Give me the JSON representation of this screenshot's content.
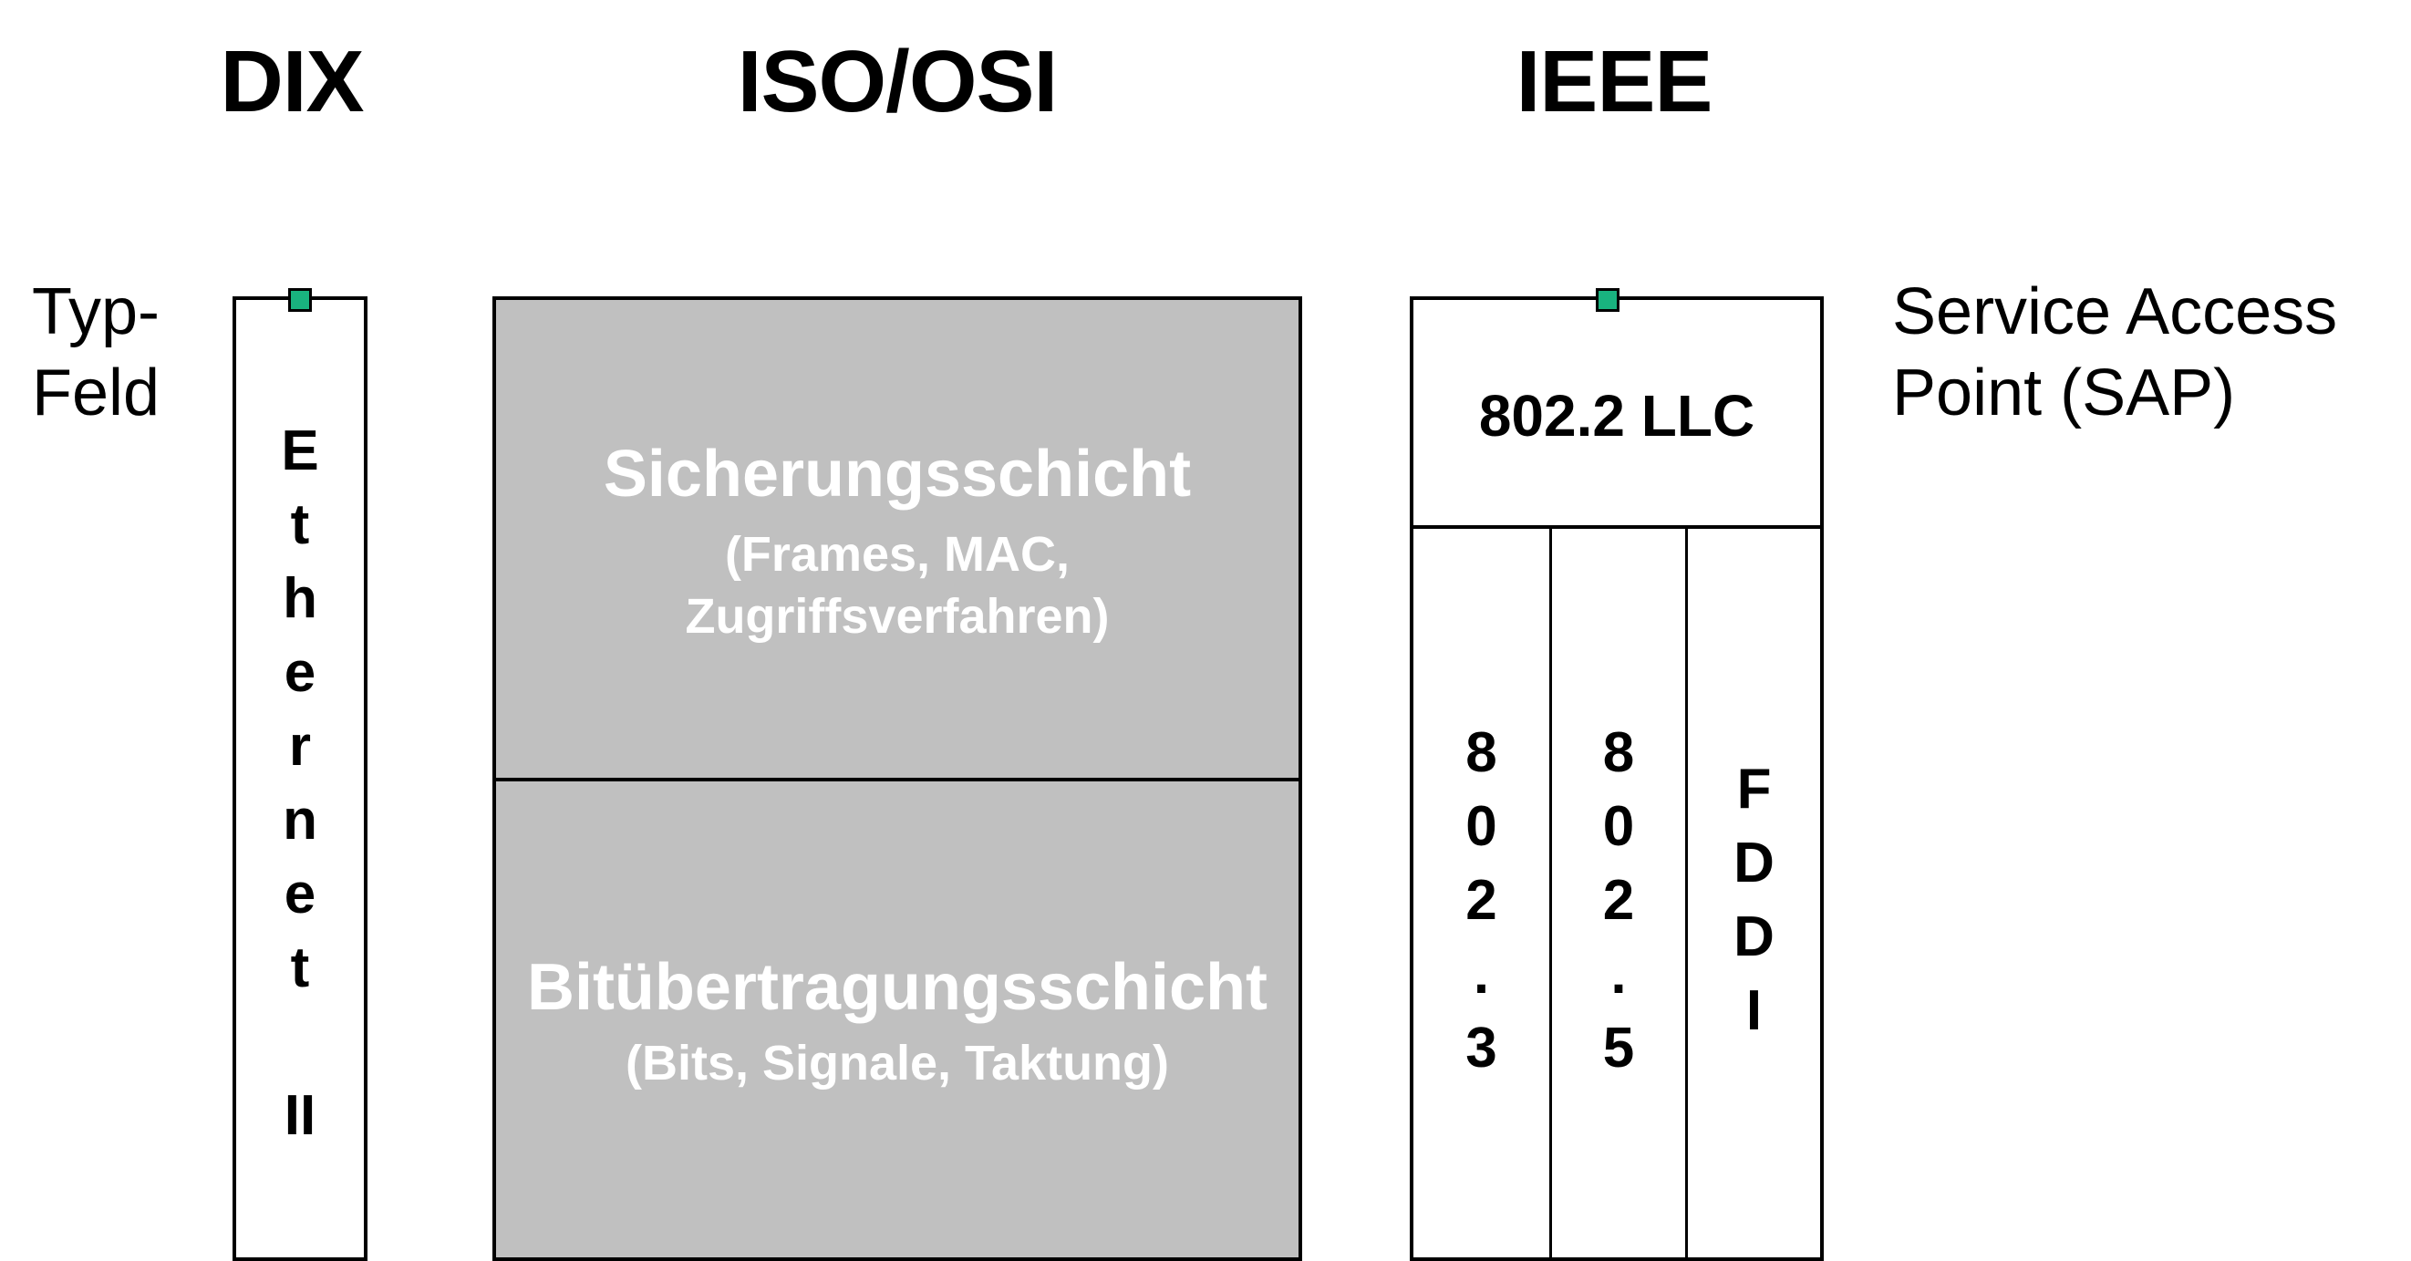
{
  "headings": {
    "dix": "DIX",
    "osi": "ISO/OSI",
    "ieee": "IEEE"
  },
  "left_label": "Typ-\nFeld",
  "right_label": "Service Access\nPoint (SAP)",
  "dix_stack": [
    "E",
    "t",
    "h",
    "e",
    "r",
    "n",
    "e",
    "t",
    "",
    "II"
  ],
  "osi": {
    "upper_title": "Sicherungsschicht",
    "upper_sub_1": "(Frames, MAC,",
    "upper_sub_2": "Zugriffsverfahren)",
    "lower_title": "Bitübertragungsschicht",
    "lower_sub": "(Bits, Signale, Taktung)"
  },
  "ieee": {
    "llc": "802.2 LLC",
    "columns": [
      [
        "8",
        "0",
        "2",
        ".",
        "3"
      ],
      [
        "8",
        "0",
        "2",
        ".",
        "5"
      ],
      [
        "F",
        "D",
        "D",
        "I"
      ]
    ]
  },
  "colors": {
    "layer_fill": "#c0c0c0",
    "sap_marker": "#19b37f",
    "layer_text": "#ffffff"
  }
}
